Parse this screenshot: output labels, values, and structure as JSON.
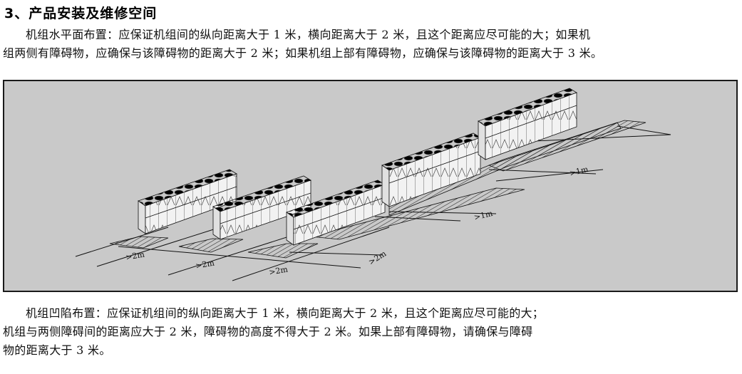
{
  "heading": "3、产品安装及维修空间",
  "paragraph1": {
    "line1": "机组水平面布置：应保证机组间的纵向距离大于 1 米，横向距离大于 2 米，且这个距离应尽可能的大；如果机",
    "line2": "组两侧有障碍物，应确保与该障碍物的距离大于 2 米；如果机组上部有障碍物，应确保与该障碍物的距离大于 3 米。"
  },
  "figure": {
    "labels": {
      "gap_a": ">2m",
      "gap_b": ">2m",
      "gap_c": ">2m",
      "gap_d": ">2m",
      "gap_e": ">1m",
      "gap_f": ">1m"
    },
    "colors": {
      "background": "#c9c9c9",
      "unit_top": "#1a1a1a",
      "unit_body": "#f2f2f2",
      "line": "#111111"
    }
  },
  "paragraph2": {
    "line1": "机组凹陷布置：应保证机组间的纵向距离大于 1 米，横向距离大于 2 米，且这个距离应尽可能的大；",
    "line2": "机组与两侧障碍间的距离应大于 2 米，障碍物的高度不得大于 2 米。如果上部有障碍物，请确保与障碍",
    "line3": "物的距离大于 3 米。"
  }
}
